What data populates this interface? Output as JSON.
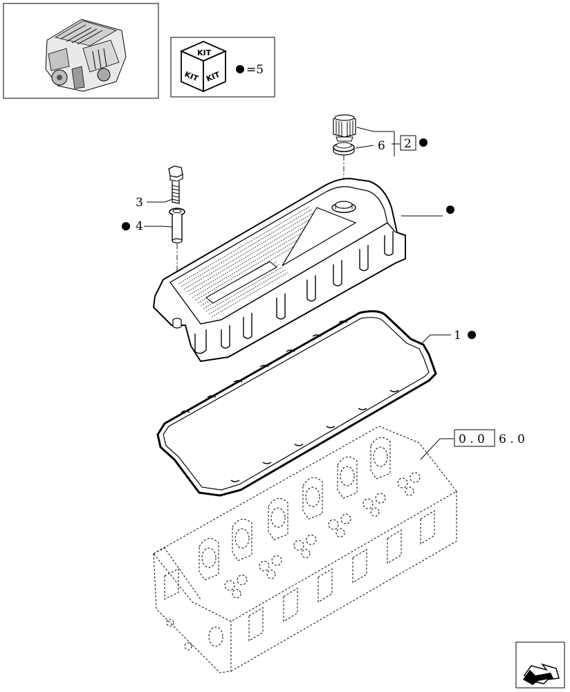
{
  "kit_box": {
    "kit_text_1": "KIT",
    "kit_text_2": "KIT",
    "kit_text_3": "KIT",
    "legend_text": "=5"
  },
  "callouts": {
    "item_1": "1",
    "item_2": "2",
    "item_3": "3",
    "item_4": "4",
    "item_6": "6"
  },
  "reference": {
    "boxed_part": "0 . 0",
    "trailing_part": "6 . 0"
  },
  "icons": [
    "engine-thumbnail",
    "kit-cube-icon",
    "kit-dot-icon",
    "bullet-dot-icon",
    "navigation-arrow-icon"
  ]
}
